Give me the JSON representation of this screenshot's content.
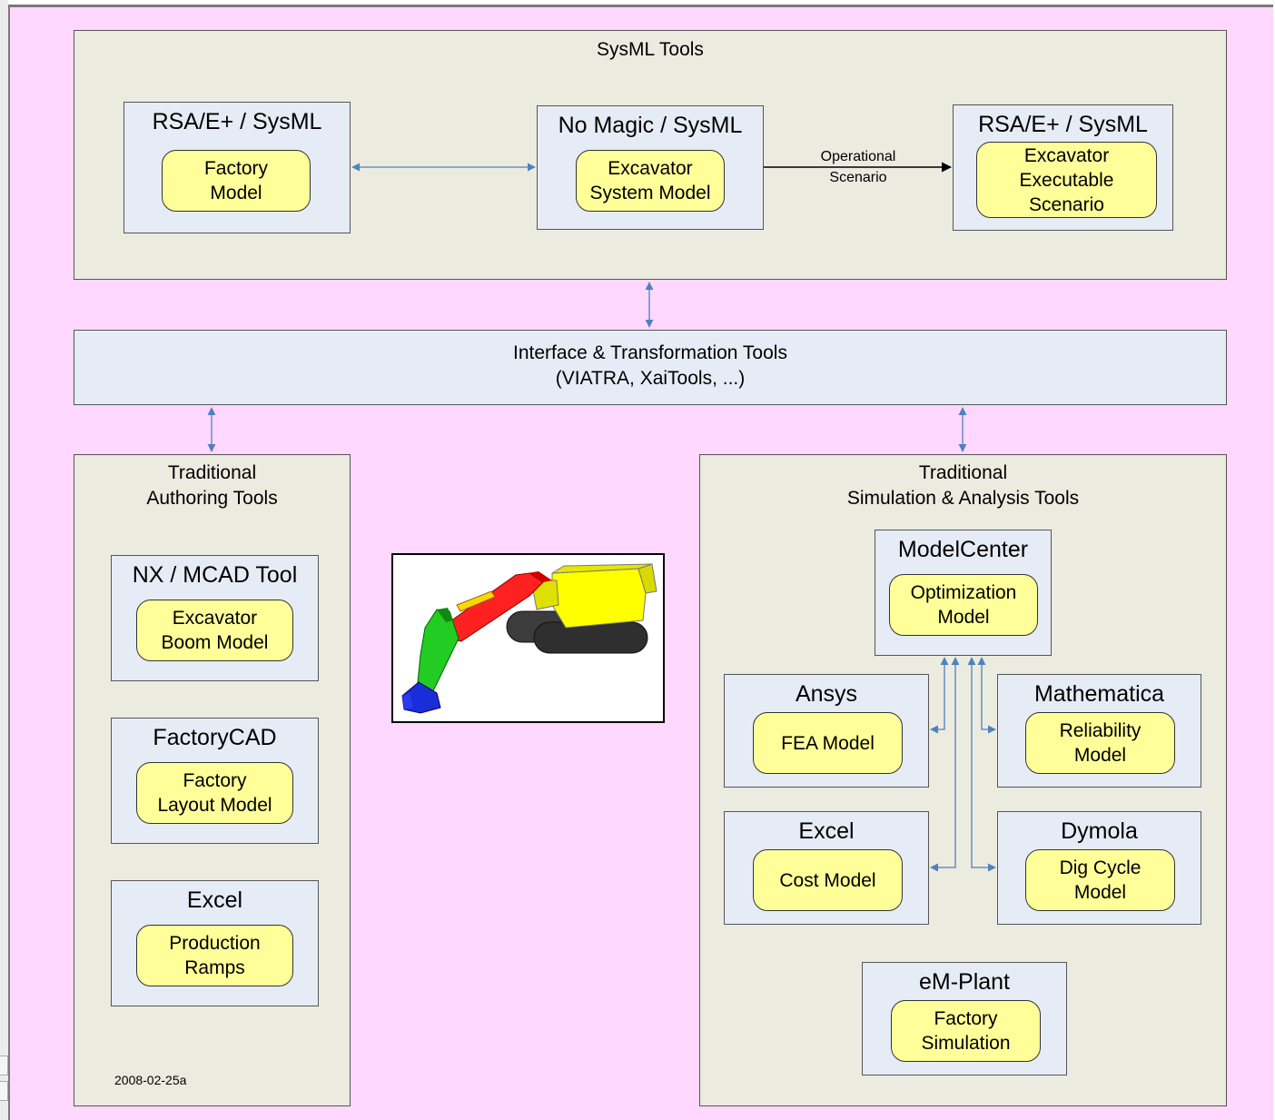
{
  "sysml_panel": {
    "title": "SysML Tools",
    "tool_left": {
      "title": "RSA/E+ / SysML",
      "model": "Factory\nModel"
    },
    "tool_center": {
      "title": "No Magic / SysML",
      "model": "Excavator\nSystem Model"
    },
    "tool_right": {
      "title": "RSA/E+ / SysML",
      "model": "Excavator\nExecutable\nScenario"
    },
    "edge_label": "Operational\nScenario"
  },
  "interface_bar": {
    "title": "Interface & Transformation Tools\n(VIATRA, XaiTools, ...)"
  },
  "authoring_panel": {
    "title": "Traditional\nAuthoring Tools",
    "tools": [
      {
        "title": "NX / MCAD Tool",
        "model": "Excavator\nBoom Model"
      },
      {
        "title": "FactoryCAD",
        "model": "Factory\nLayout Model"
      },
      {
        "title": "Excel",
        "model": "Production\nRamps"
      }
    ],
    "version": "2008-02-25a"
  },
  "simulation_panel": {
    "title": "Traditional\nSimulation & Analysis Tools",
    "modelcenter": {
      "title": "ModelCenter",
      "model": "Optimization\nModel"
    },
    "ansys": {
      "title": "Ansys",
      "model": "FEA Model"
    },
    "mathematica": {
      "title": "Mathematica",
      "model": "Reliability\nModel"
    },
    "excel": {
      "title": "Excel",
      "model": "Cost Model"
    },
    "dymola": {
      "title": "Dymola",
      "model": "Dig Cycle\nModel"
    },
    "emplant": {
      "title": "eM-Plant",
      "model": "Factory\nSimulation"
    }
  },
  "colors": {
    "background": "#ffd7ff",
    "panel": "#ebebe0",
    "tool": "#e6ecf6",
    "model": "#ffff99",
    "connector": "#4f81bd"
  },
  "image": {
    "icon": "excavator-image"
  }
}
